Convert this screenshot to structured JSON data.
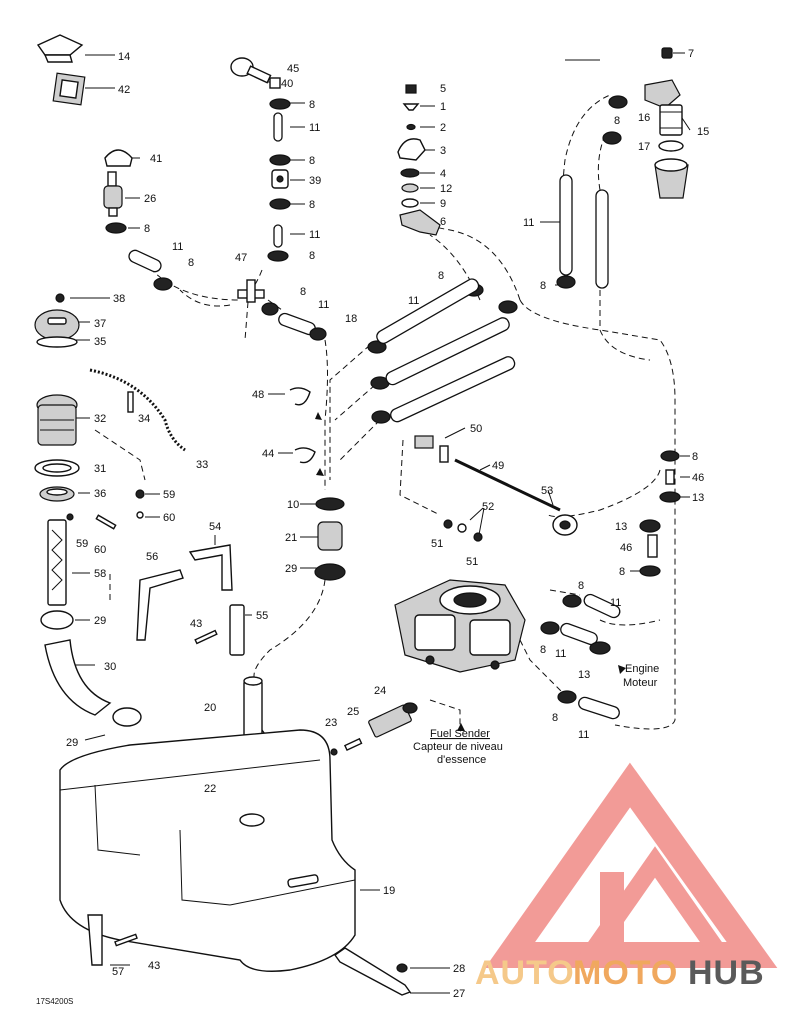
{
  "drawing_code": "17S4200S",
  "callouts": {
    "c14": "14",
    "c42": "42",
    "c45": "45",
    "c40": "40",
    "c8a": "8",
    "c11a": "11",
    "c5": "5",
    "c1": "1",
    "c2": "2",
    "c3": "3",
    "c4": "4",
    "c12": "12",
    "c9": "9",
    "c6": "6",
    "c7": "7",
    "c16": "16",
    "c15": "15",
    "c17": "17",
    "c8b": "8",
    "c41": "41",
    "c26": "26",
    "c8c": "8",
    "c11b": "11",
    "c8d": "8",
    "c8e": "8",
    "c39": "39",
    "c8f": "8",
    "c11c": "11",
    "c8g": "8",
    "c47": "47",
    "c8h": "8",
    "c11d": "11",
    "c18": "18",
    "c11e": "11",
    "c8i": "8",
    "c8j": "8",
    "c11f": "11",
    "c38": "38",
    "c37": "37",
    "c35": "35",
    "c34": "34",
    "c33": "33",
    "c32": "32",
    "c31": "31",
    "c36": "36",
    "c59a": "59",
    "c60a": "60",
    "c59b": "59",
    "c60b": "60",
    "c58": "58",
    "c29a": "29",
    "c30": "30",
    "c29b": "29",
    "c48": "48",
    "c44": "44",
    "c10": "10",
    "c21": "21",
    "c29c": "29",
    "c54": "54",
    "c56": "56",
    "c55": "55",
    "c43a": "43",
    "c50": "50",
    "c49": "49",
    "c53": "53",
    "c52": "52",
    "c51a": "51",
    "c51b": "51",
    "c8k": "8",
    "c46a": "46",
    "c13a": "13",
    "c13b": "13",
    "c46b": "46",
    "c8l": "8",
    "c8m": "8",
    "c11g": "11",
    "c8n": "8",
    "c11h": "11",
    "c13c": "13",
    "c8o": "8",
    "c11i": "11",
    "c20": "20",
    "c23": "23",
    "c25": "25",
    "c24": "24",
    "c22": "22",
    "c19": "19",
    "c57": "57",
    "c43b": "43",
    "c28": "28",
    "c27": "27"
  },
  "notes": {
    "engine_en": "Engine",
    "engine_fr": "Moteur",
    "fuel_sender_en": "Fuel Sender",
    "fuel_sender_fr1": "Capteur de niveau",
    "fuel_sender_fr2": "d'essence"
  },
  "watermark": {
    "part1": "AUTO",
    "part2": "MOTO",
    "part3": "HUB",
    "color_light": "#f5c98a",
    "color_mid": "#f0a85e",
    "color_dark": "#5a5a5a",
    "logo_color": "#f08a86"
  }
}
